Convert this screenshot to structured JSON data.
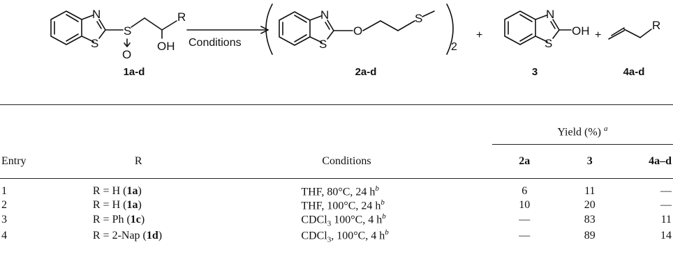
{
  "scheme": {
    "atoms": {
      "N": "N",
      "S": "S",
      "O": "O",
      "R": "R",
      "OH": "OH",
      "subscript_2": "2"
    },
    "conditions_label": "Conditions",
    "plus": "+",
    "compound_labels": {
      "c1": "1a-d",
      "c2": "2a-d",
      "c3": "3",
      "c4": "4a-d"
    }
  },
  "table": {
    "yield_header": "Yield (%)",
    "yield_footnote": "a",
    "columns": {
      "entry": "Entry",
      "r": "R",
      "conditions": "Conditions",
      "y2a": "2a",
      "y3": "3",
      "y4": "4a–d"
    },
    "rows": [
      {
        "entry": "1",
        "r_prefix": "R = H (",
        "r_cmpd": "1a",
        "r_suffix": ")",
        "cond_main": "THF, 80°C, 24 h",
        "cond_sub": "",
        "cond_rest": "",
        "footnote": "b",
        "y2a": "6",
        "y3": "11",
        "y4": "—"
      },
      {
        "entry": "2",
        "r_prefix": "R = H (",
        "r_cmpd": "1a",
        "r_suffix": ")",
        "cond_main": "THF, 100°C, 24 h",
        "cond_sub": "",
        "cond_rest": "",
        "footnote": "b",
        "y2a": "10",
        "y3": "20",
        "y4": "—"
      },
      {
        "entry": "3",
        "r_prefix": "R = Ph (",
        "r_cmpd": "1c",
        "r_suffix": ")",
        "cond_main": "CDCl",
        "cond_sub": "3",
        "cond_rest": " 100°C, 4 h",
        "footnote": "b",
        "y2a": "—",
        "y3": "83",
        "y4": "11"
      },
      {
        "entry": "4",
        "r_prefix": "R = 2-Nap (",
        "r_cmpd": "1d",
        "r_suffix": ")",
        "cond_main": "CDCl",
        "cond_sub": "3",
        "cond_rest": ", 100°C, 4 h",
        "footnote": "b",
        "y2a": "—",
        "y3": "89",
        "y4": "14"
      }
    ]
  }
}
